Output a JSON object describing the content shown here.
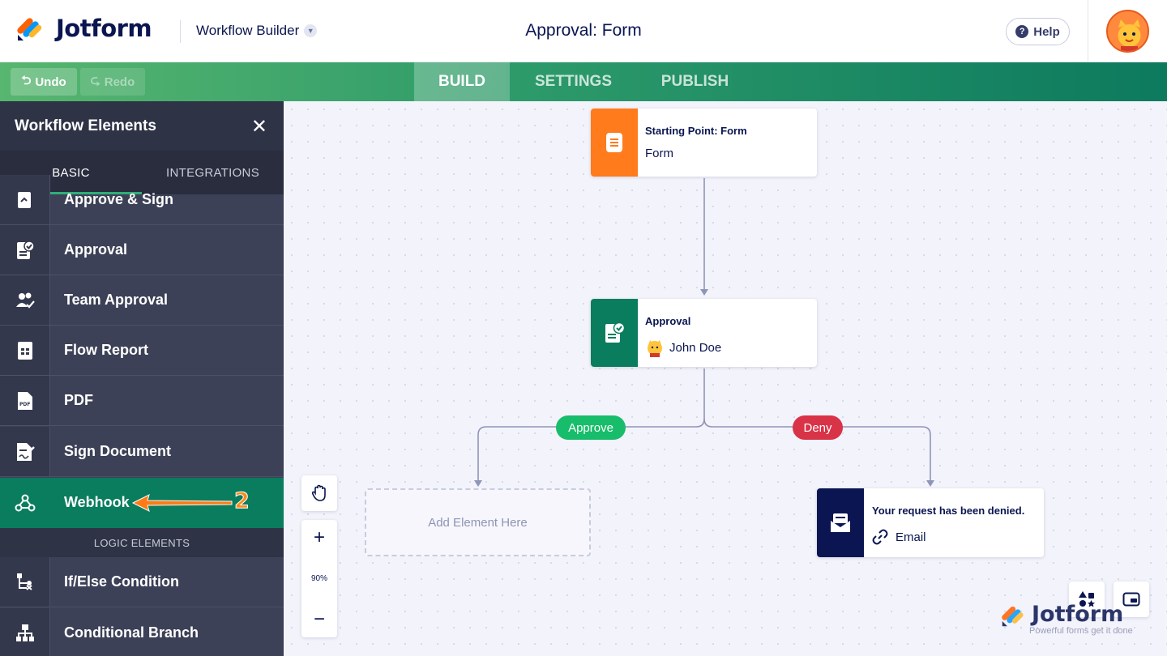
{
  "header": {
    "logo_text": "Jotform",
    "workflow_builder": "Workflow Builder",
    "title": "Approval: Form",
    "help": "Help"
  },
  "toolbar": {
    "undo": "Undo",
    "redo": "Redo",
    "tabs": [
      "BUILD",
      "SETTINGS",
      "PUBLISH"
    ],
    "active_tab": "BUILD"
  },
  "sidebar": {
    "title": "Workflow Elements",
    "tabs": [
      "BASIC",
      "INTEGRATIONS"
    ],
    "items": [
      {
        "label": "Approve & Sign",
        "icon": "approve-sign-icon"
      },
      {
        "label": "Approval",
        "icon": "approval-icon"
      },
      {
        "label": "Team Approval",
        "icon": "team-approval-icon"
      },
      {
        "label": "Flow Report",
        "icon": "flow-report-icon"
      },
      {
        "label": "PDF",
        "icon": "pdf-icon"
      },
      {
        "label": "Sign Document",
        "icon": "sign-document-icon"
      },
      {
        "label": "Webhook",
        "icon": "webhook-icon"
      }
    ],
    "logic_section": "LOGIC ELEMENTS",
    "logic_items": [
      {
        "label": "If/Else Condition",
        "icon": "if-else-icon"
      },
      {
        "label": "Conditional Branch",
        "icon": "conditional-branch-icon"
      }
    ],
    "annotation_number": "2"
  },
  "canvas": {
    "start_node": {
      "title": "Starting Point: Form",
      "sub": "Form",
      "color": "#ff7b1c"
    },
    "approval_node": {
      "title": "Approval",
      "sub": "John Doe",
      "color": "#0a7d5e"
    },
    "approve_label": "Approve",
    "deny_label": "Deny",
    "add_element": "Add Element Here",
    "denied_node": {
      "title": "Your request has been denied.",
      "sub": "Email",
      "color": "#0a1551"
    },
    "zoom": "90%",
    "brand_name": "Jotform",
    "brand_tagline": "Powerful forms get it done"
  },
  "colors": {
    "approve": "#18bd6b",
    "deny": "#d93348",
    "active_sidebar": "#0a7d5e",
    "annotation_arrow": "#ff7a14"
  }
}
